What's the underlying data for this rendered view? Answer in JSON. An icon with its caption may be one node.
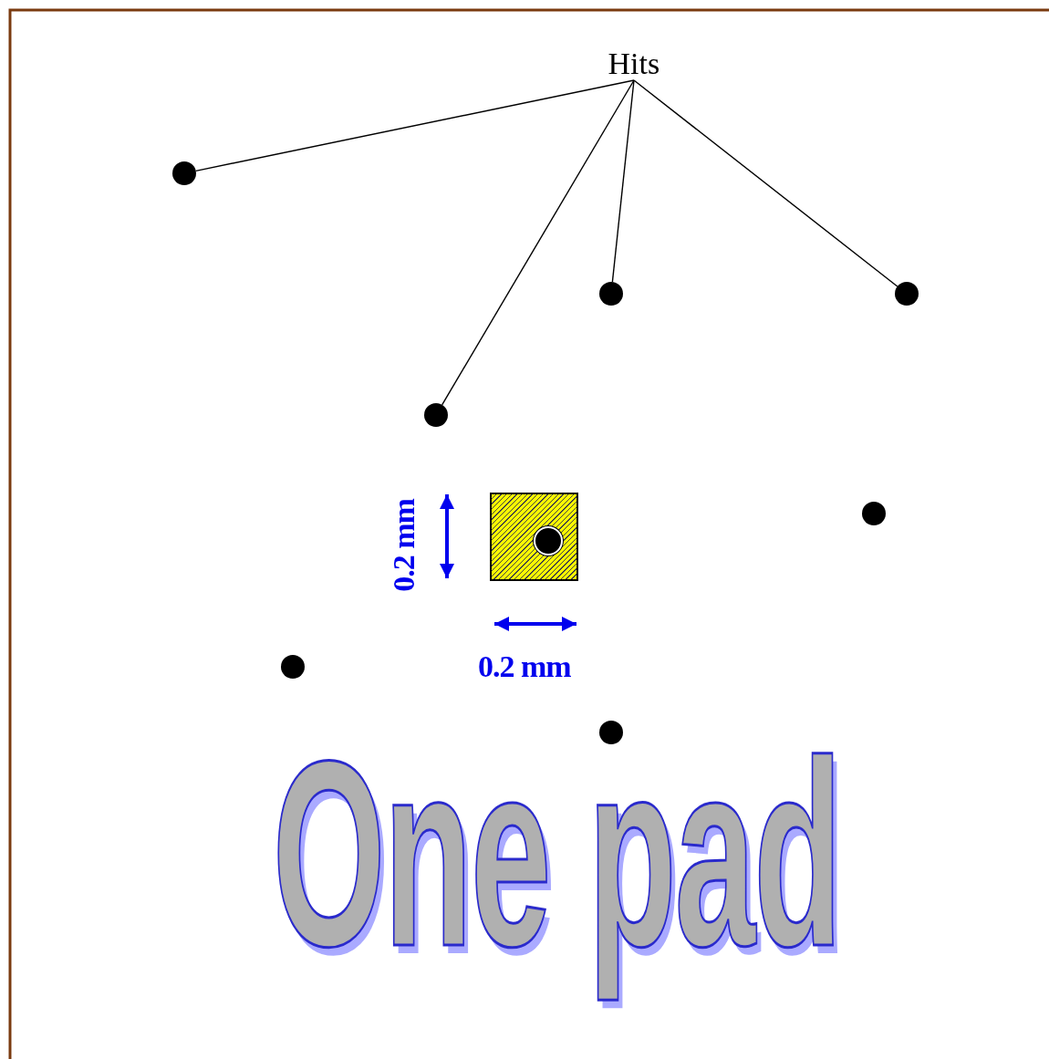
{
  "diagram": {
    "nodes": [
      {
        "text": [
          "Hits"
        ]
      },
      {
        "text": [],
        "shape": "circle"
      },
      {
        "text": [],
        "shape": "circle"
      },
      {
        "text": [],
        "shape": "circle"
      },
      {
        "text": [],
        "shape": "circle"
      },
      {
        "text": [],
        "shape": "box"
      },
      {
        "text": [],
        "shape": "circle",
        "in": 5
      },
      {
        "text": [],
        "shape": "circle"
      },
      {
        "text": [],
        "shape": "circle"
      },
      {
        "text": [],
        "shape": "circle"
      }
    ],
    "edges": [
      {
        "from": 0,
        "to": 1,
        "arrow": "none"
      },
      {
        "from": 0,
        "to": 4,
        "arrow": "none"
      },
      {
        "from": 0,
        "to": 2,
        "arrow": "none"
      },
      {
        "from": 0,
        "to": 3,
        "arrow": "none"
      }
    ],
    "labels": [
      "0.2 mm",
      "0.2 mm",
      "One pad"
    ]
  }
}
